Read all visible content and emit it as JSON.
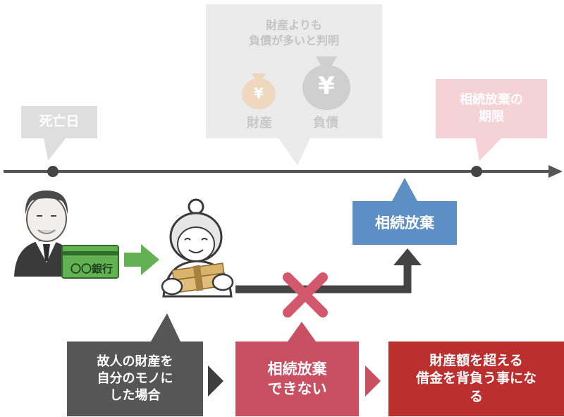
{
  "timeline": {
    "death_label": "死亡日",
    "debt_note_line1": "財産よりも",
    "debt_note_line2": "負債が多いと判明",
    "asset_label": "財産",
    "debt_label": "負債",
    "deadline_line1": "相続放棄の",
    "deadline_line2": "期限"
  },
  "bank_card_label": "〇〇銀行",
  "currency_symbol": "¥",
  "renounce_label": "相続放棄",
  "flow": {
    "box1_line1": "故人の財産を",
    "box1_line2": "自分のモノに",
    "box1_line3": "した場合",
    "box2_line1": "相続放棄",
    "box2_line2": "できない",
    "box3_line1": "財産額を超える",
    "box3_line2": "借金を背負う事にな",
    "box3_line3": "る"
  },
  "colors": {
    "gray_box": "#e6e6e6",
    "dark_box": "#565656",
    "red_box": "#c94f63",
    "deep_red_box": "#bb2f2f",
    "blue_box": "#5c8fc4",
    "pink_faded": "#f4d2d6",
    "green_arrow": "#62b153",
    "cross_red": "#d4586b"
  }
}
